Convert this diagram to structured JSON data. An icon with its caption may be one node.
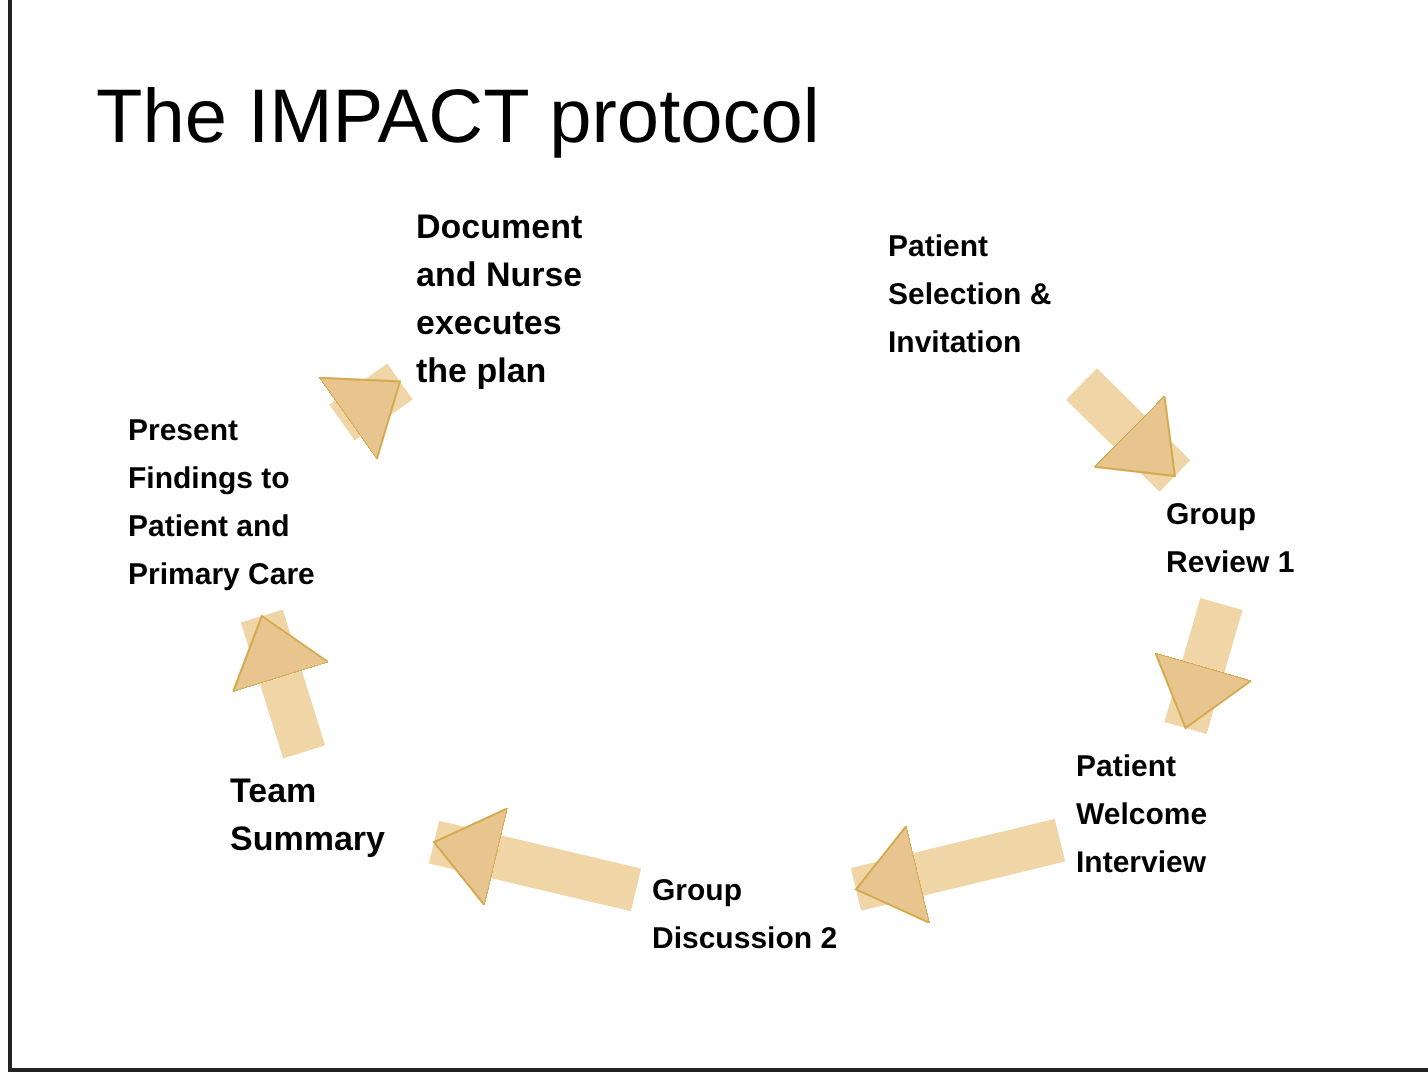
{
  "diagram": {
    "title": "The IMPACT protocol",
    "nodes": [
      {
        "text": [
          "Patient Selection & Invitation"
        ]
      },
      {
        "text": [
          "Group Review 1"
        ]
      },
      {
        "text": [
          "Patient Welcome Interview"
        ]
      },
      {
        "text": [
          "Group Discussion 2"
        ]
      },
      {
        "text": [
          "Team Summary"
        ]
      },
      {
        "text": [
          "Present Findings to Patient and Primary Care"
        ]
      },
      {
        "text": [
          "Document and Nurse executes the plan"
        ]
      }
    ],
    "edges": [
      {
        "from": 0,
        "to": 1,
        "arrow": "to"
      },
      {
        "from": 1,
        "to": 2,
        "arrow": "to"
      },
      {
        "from": 2,
        "to": 3,
        "arrow": "to"
      },
      {
        "from": 3,
        "to": 4,
        "arrow": "to"
      },
      {
        "from": 4,
        "to": 5,
        "arrow": "to"
      },
      {
        "from": 5,
        "to": 6,
        "arrow": "to"
      }
    ]
  }
}
